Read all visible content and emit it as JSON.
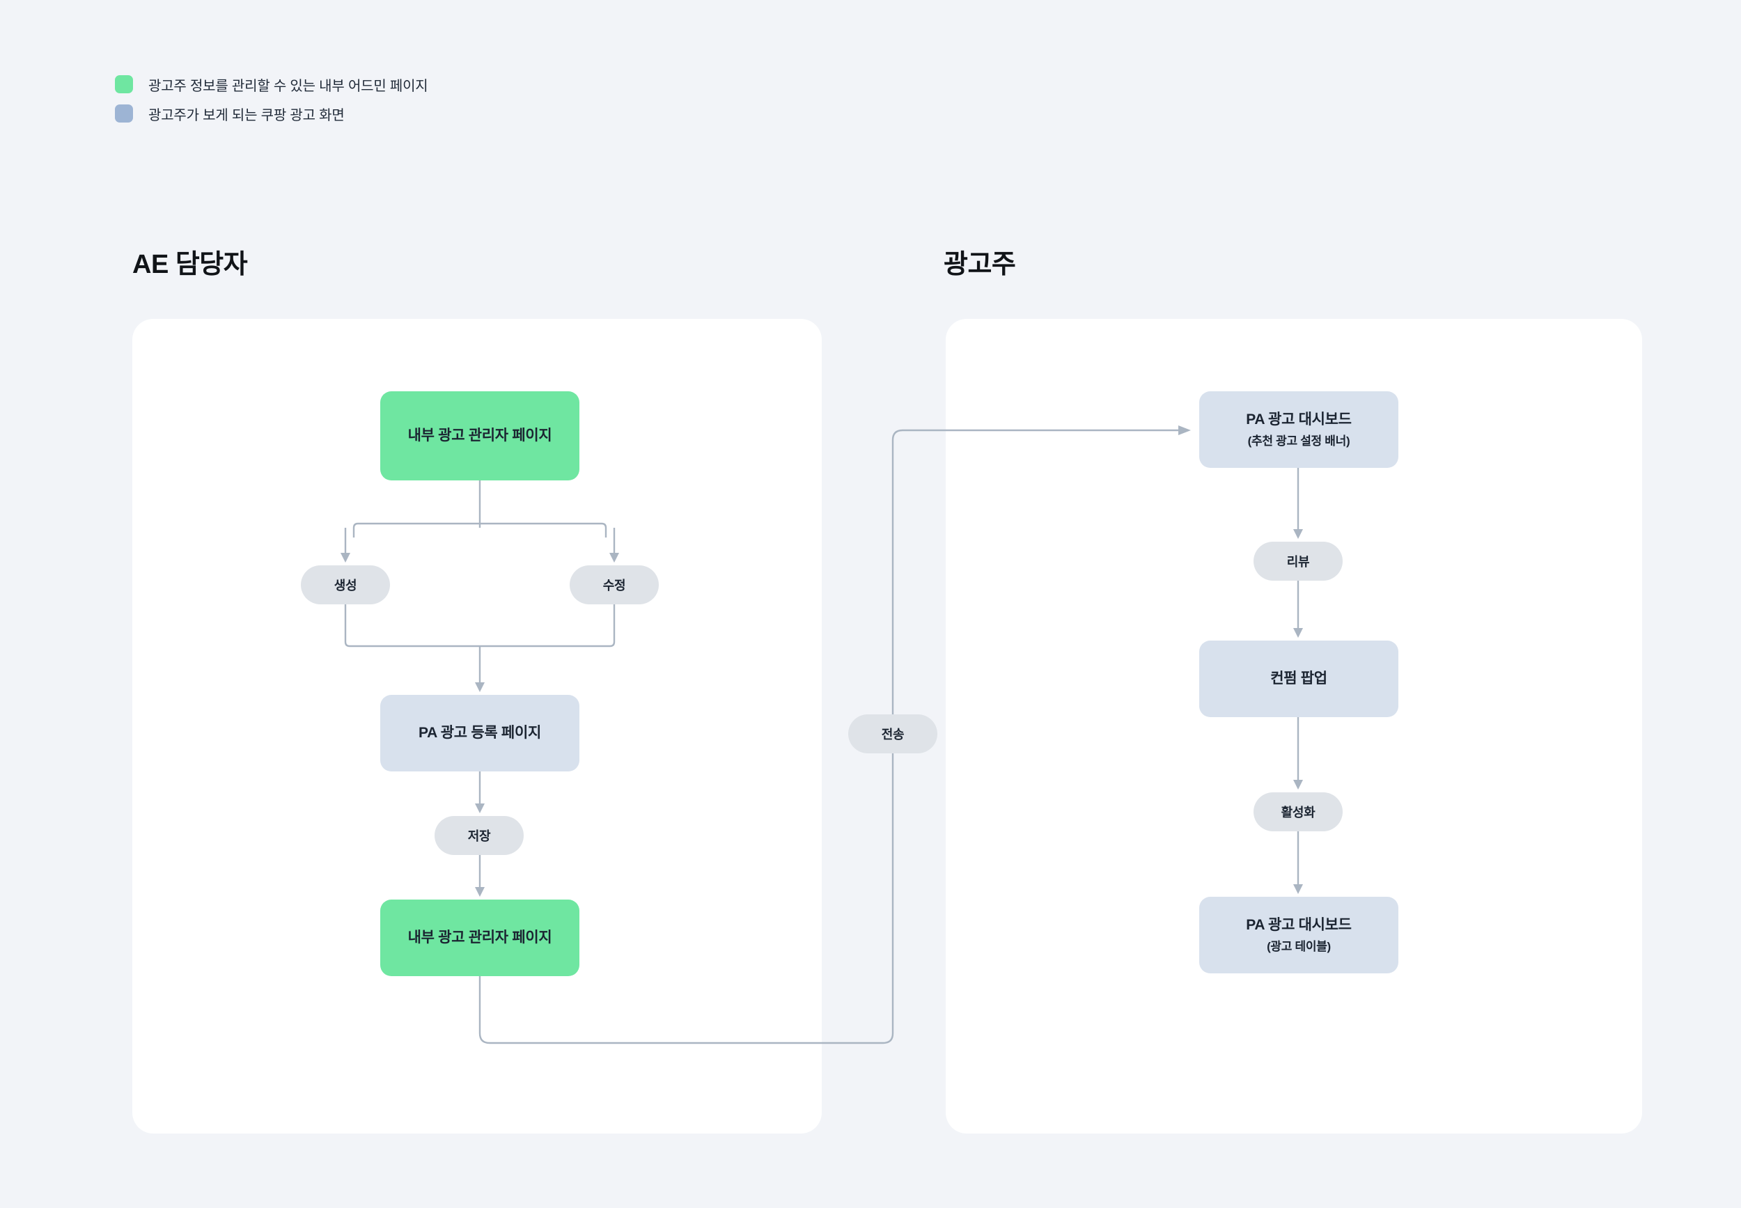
{
  "legend": {
    "items": [
      {
        "icon": "green-square-swatch",
        "color": "#6fe6a1",
        "label": "광고주 정보를 관리할 수 있는 내부 어드민 페이지"
      },
      {
        "icon": "blue-square-swatch",
        "color": "#9db4d4",
        "label": "광고주가 보게 되는 쿠팡 광고 화면"
      }
    ]
  },
  "columns": {
    "left": {
      "title": "AE 담당자"
    },
    "right": {
      "title": "광고주"
    }
  },
  "flow": {
    "left_nodes": {
      "admin_top": {
        "title": "내부 광고 관리자 페이지",
        "type": "green"
      },
      "pa_register": {
        "title": "PA 광고 등록 페이지",
        "type": "blue"
      },
      "admin_bottom": {
        "title": "내부 광고 관리자 페이지",
        "type": "green"
      }
    },
    "left_actions": {
      "create": "생성",
      "edit": "수정",
      "save": "저장"
    },
    "bridge_action": "전송",
    "right_nodes": {
      "dashboard_banner": {
        "title": "PA 광고 대시보드",
        "subtitle": "(추천 광고 설정 배너)",
        "type": "blue"
      },
      "confirm_popup": {
        "title": "컨펌 팝업",
        "type": "blue"
      },
      "dashboard_table": {
        "title": "PA 광고 대시보드",
        "subtitle": "(광고 테이블)",
        "type": "blue"
      }
    },
    "right_actions": {
      "review": "리뷰",
      "activate": "활성화"
    }
  },
  "colors": {
    "background": "#f2f4f8",
    "card": "#ffffff",
    "node_green": "#6fe6a1",
    "node_blue": "#d8e1ed",
    "pill": "#dfe3e8",
    "connector": "#aab5c2",
    "text": "#1b2431"
  }
}
